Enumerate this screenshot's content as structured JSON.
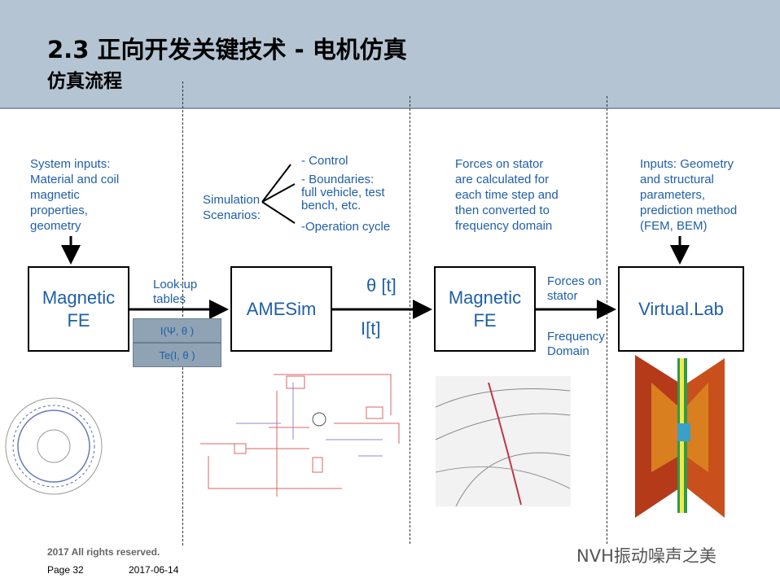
{
  "header": {
    "title": "2.3 正向开发关键技术 - 电机仿真",
    "subtitle": "仿真流程"
  },
  "notes": {
    "system_inputs": "System inputs:\nMaterial and coil\nmagnetic\nproperties,\ngeometry",
    "simulation": "Simulation\nScenarios:",
    "control": "- Control",
    "boundaries": "- Boundaries:\nfull vehicle, test\nbench, etc.",
    "operation": "-Operation cycle",
    "forces": "Forces on stator\nare calculated for\neach time step and\nthen converted to\nfrequency domain",
    "inputs_geometry": "Inputs: Geometry\nand structural\nparameters,\nprediction method\n(FEM, BEM)"
  },
  "boxes": {
    "magnetic_fe_1": "Magnetic\nFE",
    "amesim": "AMESim",
    "magnetic_fe_2": "Magnetic\nFE",
    "virtual_lab": "Virtual.Lab"
  },
  "labels": {
    "lookup": "Look-up\ntables",
    "lut_psi": "I(Ψ, θ )",
    "lut_te": "Te(I, θ )",
    "theta": "θ [t]",
    "current": "I[t]",
    "forces_on_stator": "Forces on\nstator",
    "frequency_domain": "Frequency\nDomain"
  },
  "footer": {
    "rights": "2017 All rights reserved.",
    "page": "Page 32",
    "date": "2017-06-14"
  },
  "watermark": "NVH振动噪声之美",
  "colors": {
    "header_bg": "#b4c4d2",
    "text_blue": "#1f5fa8",
    "lut_bg": "#8fa3b5"
  }
}
